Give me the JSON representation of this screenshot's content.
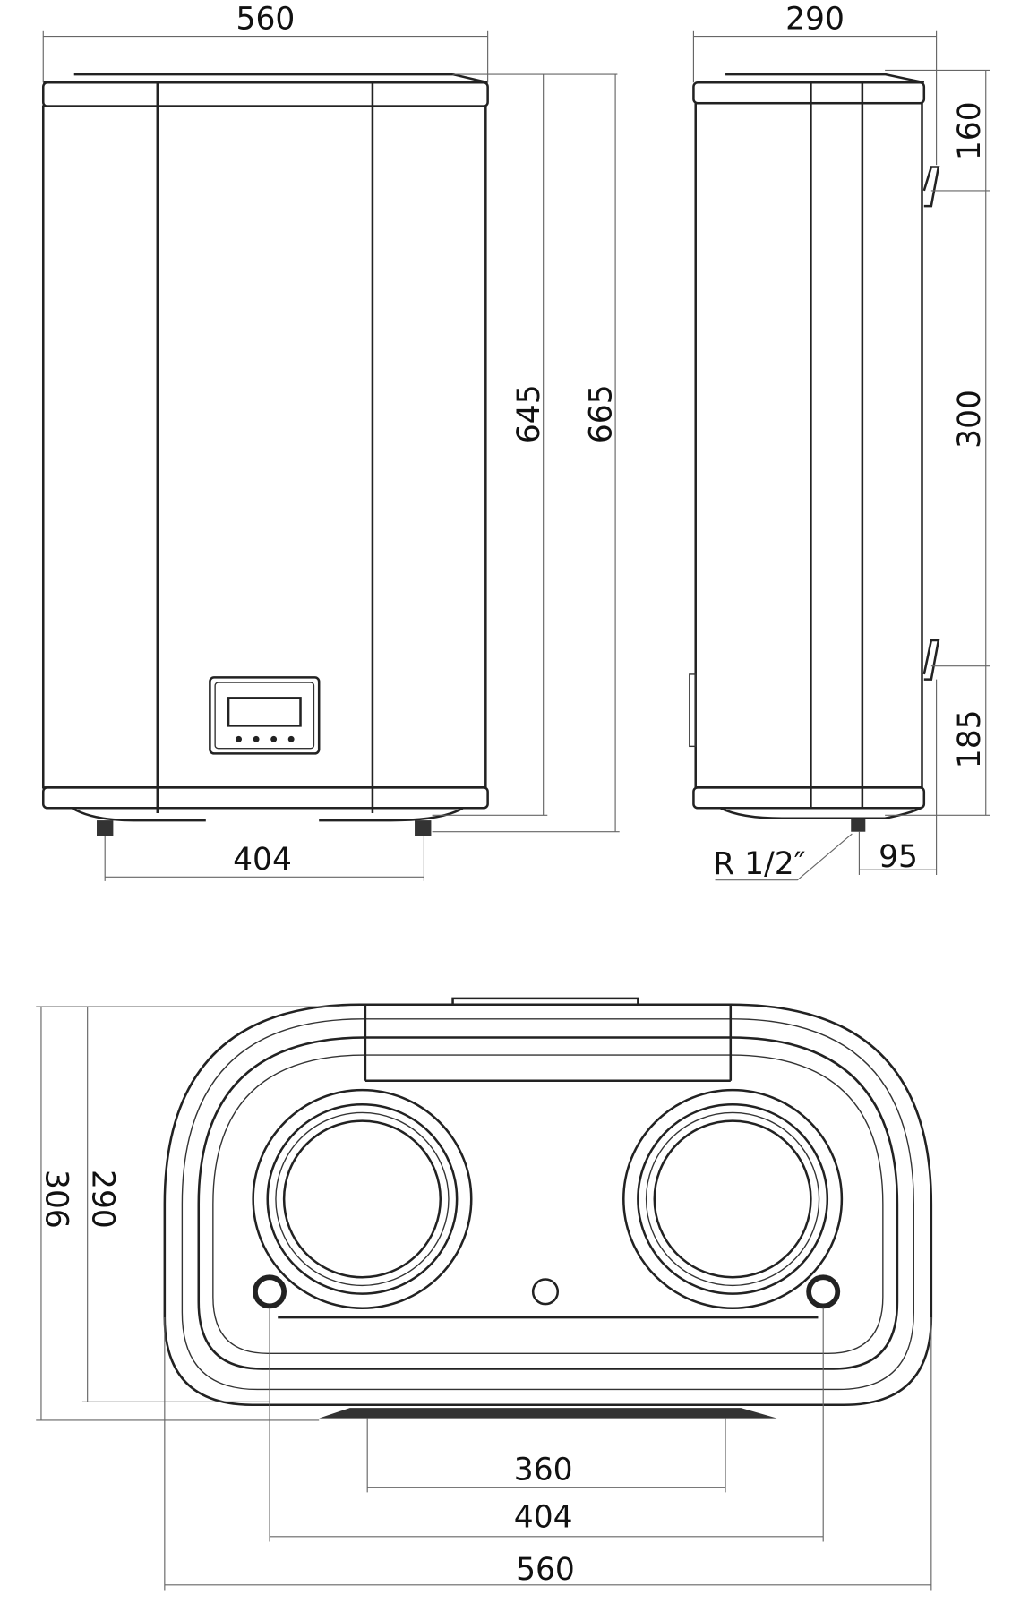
{
  "title": "Water heater dimensional drawing",
  "front_view": {
    "width": "560",
    "height_body": "645",
    "height_total": "665",
    "feet_spacing": "404"
  },
  "side_view": {
    "depth": "290",
    "top_to_bracket": "160",
    "bracket_spacing": "300",
    "bracket_to_bottom": "185",
    "pipe_offset": "95",
    "thread": "R 1/2″"
  },
  "bottom_view": {
    "depth_total": "306",
    "depth_body": "290",
    "bracket_width": "360",
    "pipe_spacing": "404",
    "width": "560"
  },
  "colors": {
    "line": "#222222",
    "background": "#ffffff"
  }
}
